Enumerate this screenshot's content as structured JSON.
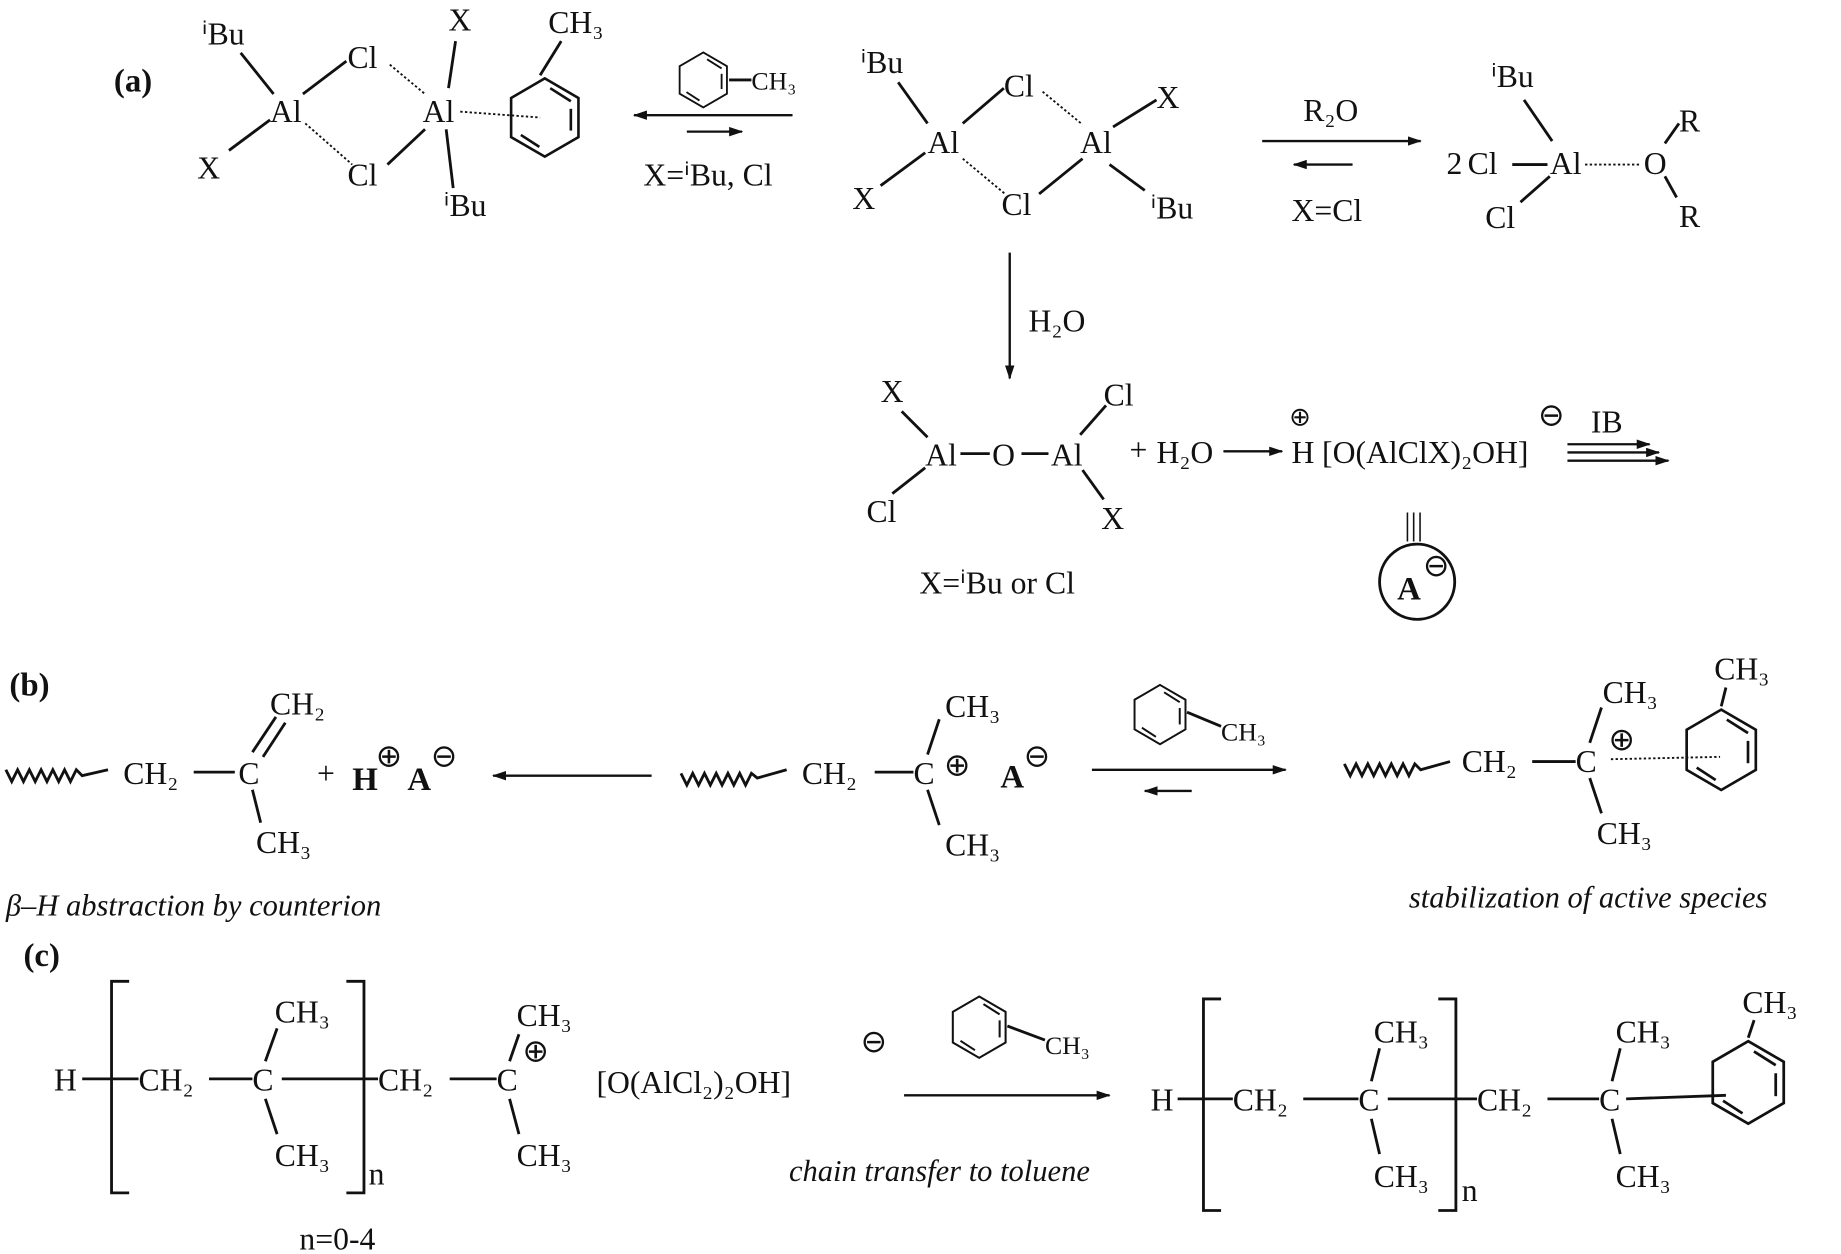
{
  "panel_a": {
    "label": "(a)",
    "left_dimer": {
      "ibu_top": "ⁱBu",
      "x_left": "X",
      "cl_top": "Cl",
      "cl_bottom": "Cl",
      "al1": "Al",
      "al2": "Al",
      "x_top": "X",
      "ibu_bottom": "ⁱBu",
      "ch3": "CH₃"
    },
    "eq1": {
      "toluene_ch3": "CH₃",
      "condition": "X=ⁱBu, Cl"
    },
    "center_dimer": {
      "ibu_top": "ⁱBu",
      "al1": "Al",
      "cl_top": "Cl",
      "al2": "Al",
      "x_right": "X",
      "x_left": "X",
      "cl_bottom": "Cl",
      "ibu_bottom": "ⁱBu"
    },
    "eq2": {
      "reagent": "R₂O",
      "condition": "X=Cl"
    },
    "ether_complex": {
      "coef": "2",
      "cl_left": "Cl",
      "al": "Al",
      "ibu": "ⁱBu",
      "cl_bottom": "Cl",
      "o": "O",
      "r_top": "R",
      "r_bottom": "R"
    },
    "hydrolysis": {
      "reagent": "H₂O"
    },
    "alumoxane": {
      "x_top": "X",
      "al1": "Al",
      "o": "O",
      "al2": "Al",
      "cl_top": "Cl",
      "cl_bottom": "Cl",
      "x_bottom": "X",
      "condition": "X=ⁱBu or Cl"
    },
    "plus": "+",
    "water": "H₂O",
    "proton": "H",
    "proton_charge": "⊕",
    "anion": "[O(AlClX)₂OH]",
    "anion_charge": "⊖",
    "monomer": "IB",
    "equiv": "|||",
    "A_label": "A",
    "A_charge": "⊖"
  },
  "panel_b": {
    "label": "(b)",
    "product": {
      "ch2": "CH₂",
      "c": "C",
      "ch2_top": "CH₂",
      "ch3": "CH₃",
      "plus": "+",
      "h": "H",
      "h_charge": "⊕",
      "a": "A",
      "a_charge": "⊖"
    },
    "cation": {
      "ch2": "CH₂",
      "c": "C",
      "charge": "⊕",
      "ch3_top": "CH₃",
      "ch3_bottom": "CH₃",
      "a": "A",
      "a_charge": "⊖"
    },
    "toluene_ch3": "CH₃",
    "complex": {
      "ch2": "CH₂",
      "c": "C",
      "charge": "⊕",
      "ch3_top": "CH₃",
      "ch3_bottom": "CH₃",
      "ring_ch3": "CH₃"
    },
    "caption_left": "β–H abstraction by counterion",
    "caption_right": "stabilization of active species"
  },
  "panel_c": {
    "label": "(c)",
    "reactant": {
      "h": "H",
      "ch2": "CH₂",
      "c": "C",
      "ch3_top": "CH₃",
      "ch3_bottom": "CH₃",
      "n": "n",
      "ch2_b": "CH₂",
      "c_b": "C",
      "charge": "⊕",
      "ch3_top_b": "CH₃",
      "ch3_bottom_b": "CH₃",
      "anion": "[O(AlCl₂)₂OH]",
      "anion_charge": "⊖",
      "range": "n=0-4"
    },
    "toluene_ch3": "CH₃",
    "caption": "chain transfer to toluene",
    "product": {
      "h": "H",
      "ch2": "CH₂",
      "c": "C",
      "ch3_top": "CH₃",
      "ch3_bottom": "CH₃",
      "n": "n",
      "ch2_b": "CH₂",
      "c_b": "C",
      "ch3_top_b": "CH₃",
      "ch3_bottom_b": "CH₃",
      "ring_ch3": "CH₃"
    }
  }
}
